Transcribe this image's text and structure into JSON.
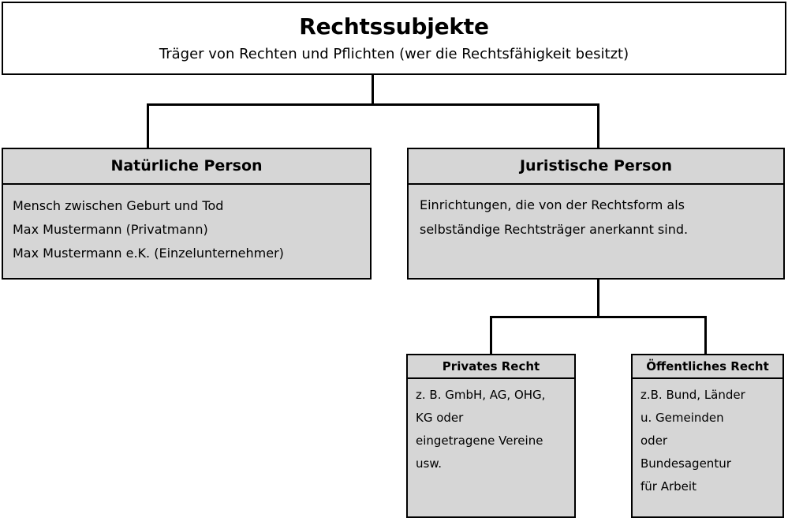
{
  "diagram": {
    "title": "Rechtssubjekte",
    "language": "de",
    "background_color": "#ffffff",
    "node_fill_color": "#d6d6d6",
    "root_fill_color": "#ffffff",
    "border_color": "#000000"
  },
  "root": {
    "title": "Rechtssubjekte",
    "subtitle": "Träger von Rechten und Pflichten (wer die Rechtsfähigkeit besitzt)"
  },
  "level2": {
    "natuerliche_person": {
      "title": "Natürliche Person",
      "lines": [
        "Mensch zwischen Geburt und Tod",
        "Max Mustermann (Privatmann)",
        "Max Mustermann e.K. (Einzelunternehmer)"
      ]
    },
    "juristische_person": {
      "title": "Juristische Person",
      "lines": [
        "Einrichtungen, die von der Rechtsform als",
        "selbständige Rechtsträger anerkannt sind."
      ]
    }
  },
  "level3": {
    "privates_recht": {
      "title": "Privates Recht",
      "lines": [
        "z. B. GmbH, AG, OHG,",
        "KG  oder",
        "eingetragene Vereine",
        "usw."
      ]
    },
    "oeffentliches_recht": {
      "title": "Öffentliches Recht",
      "lines": [
        "z.B. Bund, Länder",
        "u. Gemeinden",
        "oder",
        "Bundesagentur",
        "für Arbeit"
      ]
    }
  }
}
